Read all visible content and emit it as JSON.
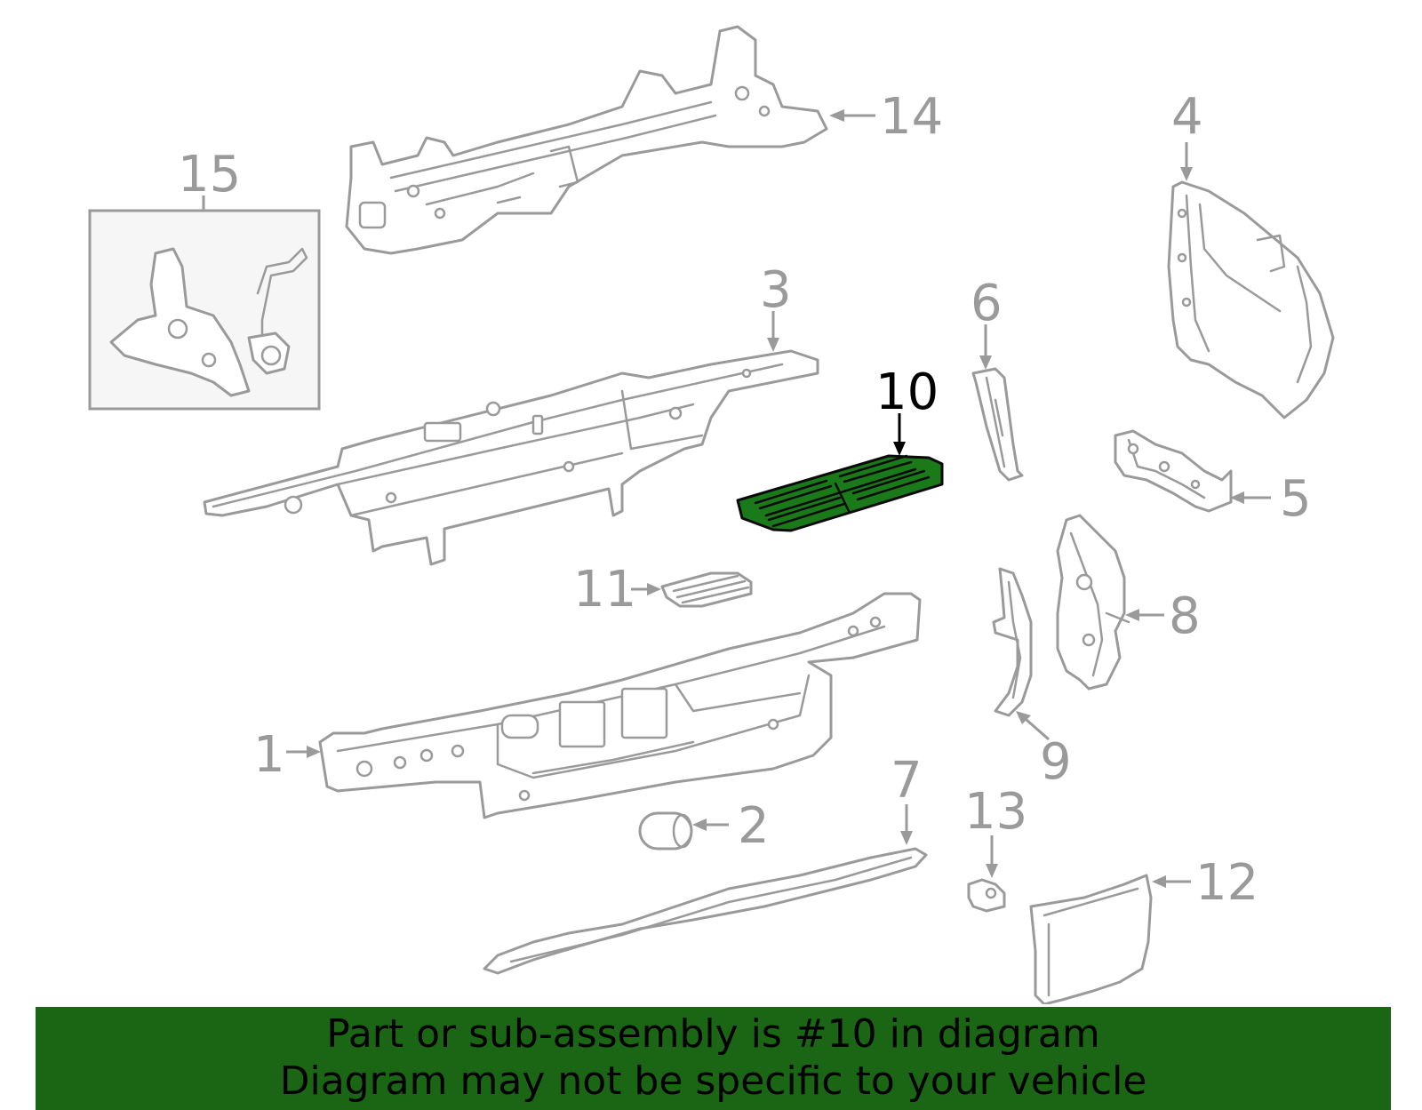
{
  "diagram": {
    "callouts": {
      "c1": "1",
      "c2": "2",
      "c3": "3",
      "c4": "4",
      "c5": "5",
      "c6": "6",
      "c7": "7",
      "c8": "8",
      "c9": "9",
      "c10": "10",
      "c11": "11",
      "c12": "12",
      "c13": "13",
      "c14": "14",
      "c15": "15"
    },
    "highlighted_part": "10",
    "colors": {
      "highlight_fill": "#1a7a1a",
      "line_gray": "#9a9a9a",
      "banner_bg": "#1a6614"
    }
  },
  "banner": {
    "line1": "Part or sub-assembly is #10 in diagram",
    "line2": "Diagram may not be specific to your vehicle"
  }
}
